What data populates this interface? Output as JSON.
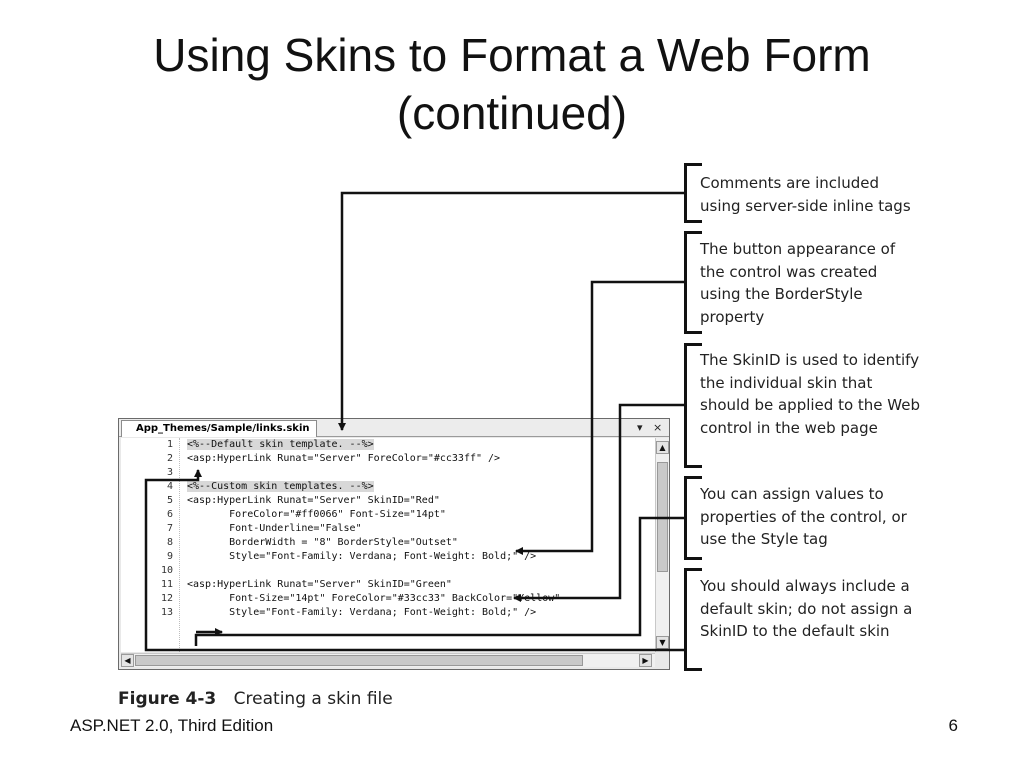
{
  "slide": {
    "title_line1": "Using Skins to Format a Web Form",
    "title_line2": "(continued)"
  },
  "editor": {
    "tab_label": "App_Themes/Sample/links.skin",
    "dropdown_glyph": "▾",
    "close_glyph": "×",
    "line_numbers": [
      "1",
      "2",
      "3",
      "4",
      "5",
      "6",
      "7",
      "8",
      "9",
      "10",
      "11",
      "12",
      "13"
    ],
    "lines": [
      "<%--Default skin template. --%>",
      "<asp:HyperLink Runat=\"Server\" ForeColor=\"#cc33ff\" />",
      "",
      "<%--Custom skin templates. --%>",
      "<asp:HyperLink Runat=\"Server\" SkinID=\"Red\"",
      "       ForeColor=\"#ff0066\" Font-Size=\"14pt\"",
      "       Font-Underline=\"False\"",
      "       BorderWidth = \"8\" BorderStyle=\"Outset\"",
      "       Style=\"Font-Family: Verdana; Font-Weight: Bold;\" />",
      "",
      "<asp:HyperLink Runat=\"Server\" SkinID=\"Green\"",
      "       Font-Size=\"14pt\" ForeColor=\"#33cc33\" BackColor=\"Yellow\"",
      "       Style=\"Font-Family: Verdana; Font-Weight: Bold;\" />"
    ],
    "scroll_up": "▲",
    "scroll_down": "▼",
    "scroll_left": "◀",
    "scroll_right": "▶"
  },
  "callouts": [
    "Comments are included using server-side inline tags",
    "The button appearance of the control was created using the BorderStyle property",
    "The SkinID is used to identify the individual skin that should be applied to the Web control in the web page",
    "You can assign values to properties of the control, or use the Style tag",
    "You should always include a default skin; do not assign a SkinID to the default skin"
  ],
  "figure": {
    "number": "Figure 4-3",
    "caption": "Creating a skin file"
  },
  "footer": {
    "book": "ASP.NET 2.0, Third Edition",
    "page": "6"
  }
}
